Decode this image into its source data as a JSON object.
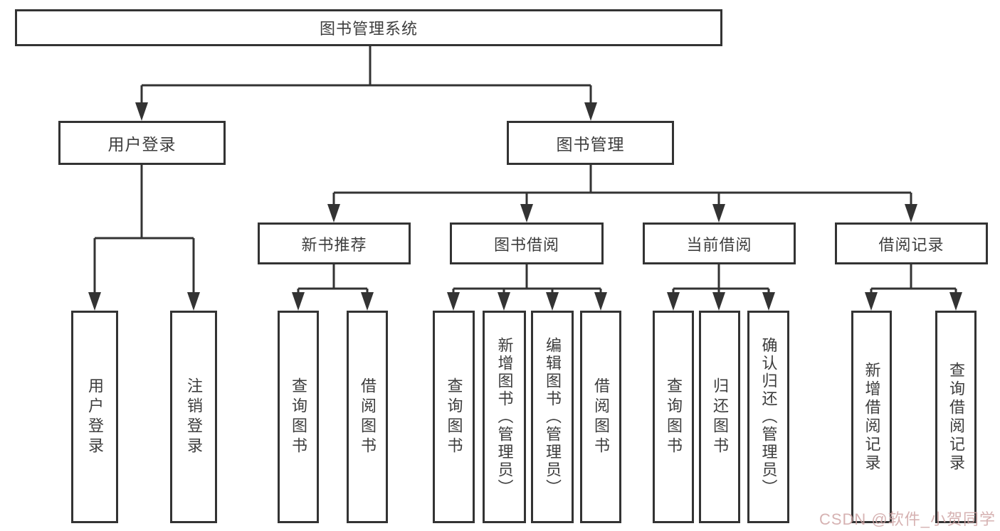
{
  "tree": {
    "root": "图书管理系统",
    "children": [
      {
        "label": "用户登录",
        "children": [
          "用户登录",
          "注销登录"
        ]
      },
      {
        "label": "图书管理",
        "children": [
          {
            "label": "新书推荐",
            "children": [
              "查询图书",
              "借阅图书"
            ]
          },
          {
            "label": "图书借阅",
            "children": [
              "查询图书",
              "新增图书（管理员）",
              "编辑图书（管理员）",
              "借阅图书"
            ]
          },
          {
            "label": "当前借阅",
            "children": [
              "查询图书",
              "归还图书",
              "确认归还（管理员）"
            ]
          },
          {
            "label": "借阅记录",
            "children": [
              "新增借阅记录",
              "查询借阅记录"
            ]
          }
        ]
      }
    ]
  },
  "watermark": {
    "text": "CSDN @软件_小贺同学"
  },
  "colors": {
    "line": "#333333",
    "box_border": "#333333",
    "text": "#3d3d3d",
    "watermark": "#cfa5a5",
    "background": "#ffffff"
  }
}
